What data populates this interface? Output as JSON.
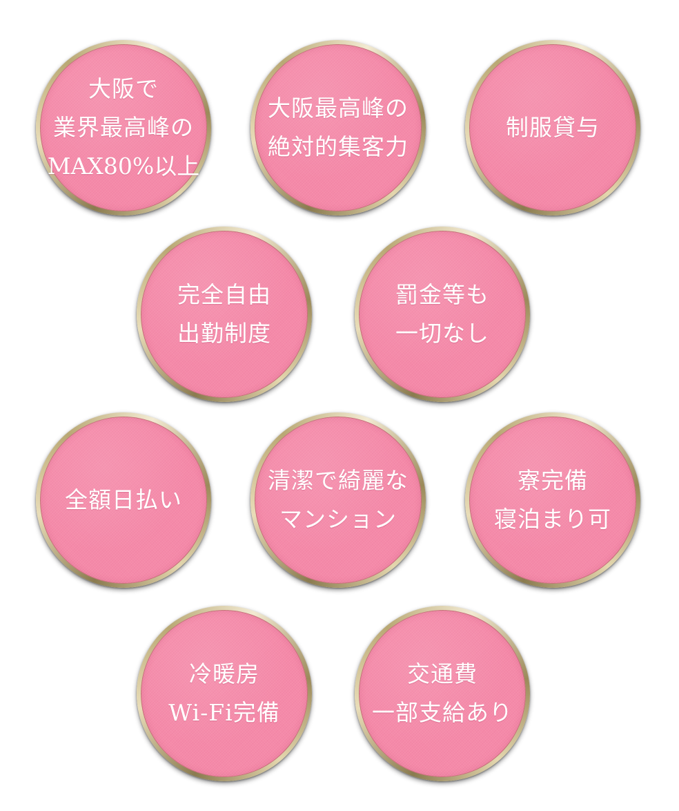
{
  "colors": {
    "background": "#ffffff",
    "badge_fill": "#f58aa9",
    "badge_ring": "#cbbd8e",
    "text": "#ffffff"
  },
  "badges": [
    {
      "lines": [
        "大阪で",
        "業界最高峰の",
        "MAX80%以上"
      ]
    },
    {
      "lines": [
        "大阪最高峰の",
        "絶対的集客力"
      ]
    },
    {
      "lines": [
        "制服貸与"
      ]
    },
    {
      "lines": [
        "完全自由",
        "出勤制度"
      ]
    },
    {
      "lines": [
        "罰金等も",
        "一切なし"
      ]
    },
    {
      "lines": [
        "全額日払い"
      ]
    },
    {
      "lines": [
        "清潔で綺麗な",
        "マンション"
      ]
    },
    {
      "lines": [
        "寮完備",
        "寝泊まり可"
      ]
    },
    {
      "lines": [
        "冷暖房",
        "Wi-Fi完備"
      ]
    },
    {
      "lines": [
        "交通費",
        "一部支給あり"
      ]
    }
  ]
}
